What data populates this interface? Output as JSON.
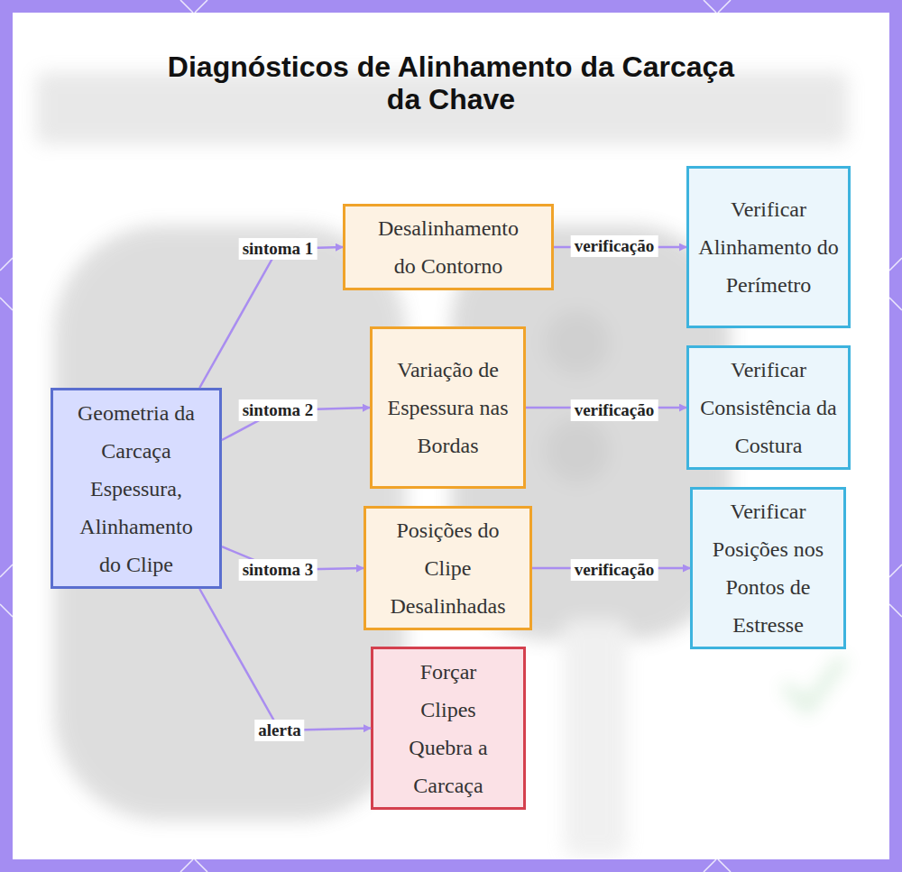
{
  "diagram": {
    "title": "Diagnósticos de Alinhamento da Carcaça da Chave",
    "nodes": [
      {
        "text": [
          "Geometria da Carcaça Espessura, Alinhamento do Clipe"
        ]
      },
      {
        "text": [
          "Desalinhamento do Contorno"
        ]
      },
      {
        "text": [
          "Verificar Alinhamento do Perímetro"
        ]
      },
      {
        "text": [
          "Variação de Espessura nas Bordas"
        ]
      },
      {
        "text": [
          "Verificar Consistência da Costura"
        ]
      },
      {
        "text": [
          "Posições do Clipe Desalinhadas"
        ]
      },
      {
        "text": [
          "Verificar Posições nos Pontos de Estresse"
        ]
      },
      {
        "text": [
          "Forçar Clipes Quebra a Carcaça"
        ]
      }
    ],
    "edges": [
      {
        "from": 0,
        "to": 1,
        "label": "sintoma 1",
        "arrow": "to"
      },
      {
        "from": 0,
        "to": 3,
        "label": "sintoma 2",
        "arrow": "to"
      },
      {
        "from": 0,
        "to": 5,
        "label": "sintoma 3",
        "arrow": "to"
      },
      {
        "from": 0,
        "to": 7,
        "label": "alerta",
        "arrow": "to"
      },
      {
        "from": 1,
        "to": 2,
        "label": "verificação",
        "arrow": "to"
      },
      {
        "from": 3,
        "to": 4,
        "label": "verificação",
        "arrow": "to"
      },
      {
        "from": 5,
        "to": 6,
        "label": "verificação",
        "arrow": "to"
      }
    ]
  }
}
